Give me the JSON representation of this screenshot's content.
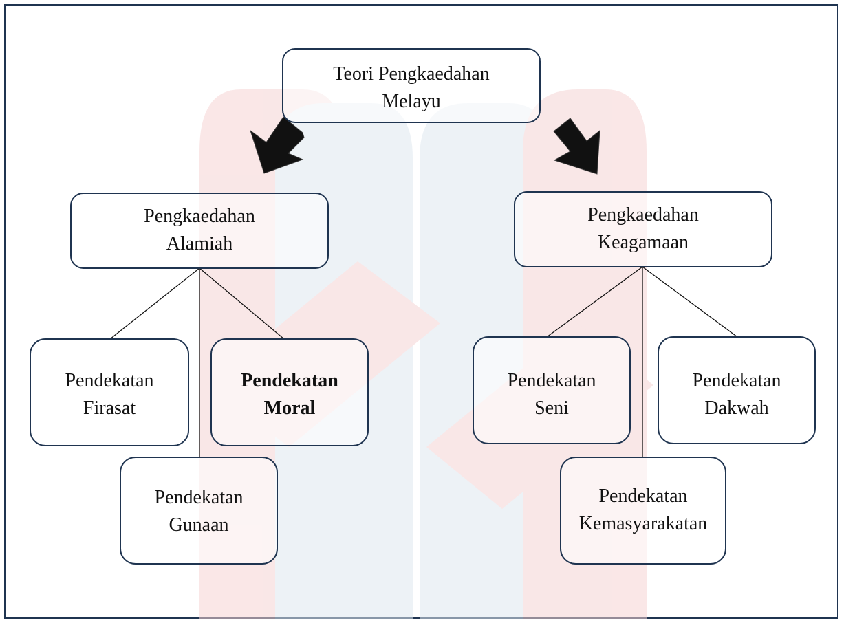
{
  "diagram": {
    "root": {
      "line1": "Teori Pengkaedahan",
      "line2": "Melayu"
    },
    "left": {
      "title": {
        "line1": "Pengkaedahan",
        "line2": "Alamiah"
      },
      "children": [
        {
          "line1": "Pendekatan",
          "line2": "Firasat"
        },
        {
          "line1": "Pendekatan",
          "line2": "Moral",
          "bold": true
        },
        {
          "line1": "Pendekatan",
          "line2": "Gunaan"
        }
      ]
    },
    "right": {
      "title": {
        "line1": "Pengkaedahan",
        "line2": "Keagamaan"
      },
      "children": [
        {
          "line1": "Pendekatan",
          "line2": "Seni"
        },
        {
          "line1": "Pendekatan",
          "line2": "Dakwah"
        },
        {
          "line1": "Pendekatan",
          "line2": "Kemasyarakatan"
        }
      ]
    },
    "colors": {
      "border": "#1f3450",
      "watermark_red": "#f5d4d4",
      "watermark_blue": "#dfe8f0",
      "arrow": "#111111"
    }
  }
}
